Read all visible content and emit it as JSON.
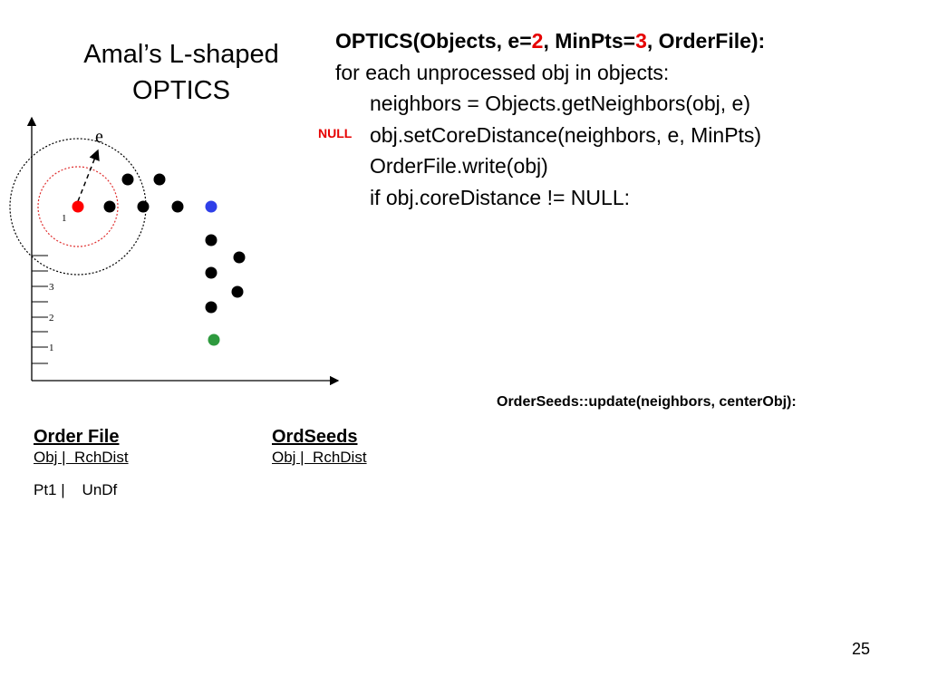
{
  "slide": {
    "title_line1": "Amal’s L-shaped",
    "title_line2": "OPTICS",
    "page_number": "25"
  },
  "code": {
    "header_prefix": "OPTICS(Objects, e=",
    "header_e_value": "2",
    "header_mid": ", MinPts=",
    "header_minpts_value": "3",
    "header_suffix": ", OrderFile):",
    "line1": "for each unprocessed obj in objects:",
    "line2": "neighbors = Objects.getNeighbors(obj, e)",
    "line3": "obj.setCoreDistance(neighbors, e, MinPts)",
    "line4": "OrderFile.write(obj)",
    "line5": "if obj.coreDistance != NULL:",
    "null_annotation": "NULL",
    "update_signature": "OrderSeeds::update(neighbors, centerObj):"
  },
  "diagram": {
    "epsilon_label": "e",
    "point_label": "1",
    "tick_labels": [
      "3",
      "2",
      "1"
    ],
    "colors": {
      "current_point": "#ff0000",
      "blue_point": "#2f3fe8",
      "green_point": "#2e9a3e",
      "other_points": "#000000",
      "inner_circle": "#e03030"
    }
  },
  "order_file": {
    "title": "Order File",
    "header": "Obj |  RchDist",
    "rows": [
      "Pt1 |    UnDf"
    ]
  },
  "ord_seeds": {
    "title": "OrdSeeds",
    "header": "Obj |  RchDist"
  }
}
